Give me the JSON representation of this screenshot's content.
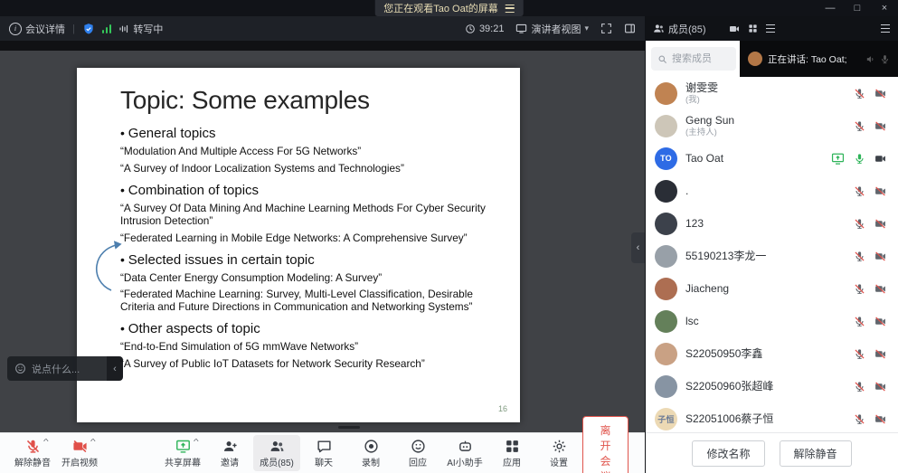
{
  "colors": {
    "danger_red": "#e0504a",
    "success_green": "#2fb45a",
    "accent_blue": "#2f80ed",
    "annotation_blue": "#4d7fae"
  },
  "icons": {
    "chevron_down": "▾",
    "caret": "^",
    "collapse": "‹",
    "separator": "|",
    "info": "i",
    "minimize": "—",
    "maximize": "□",
    "close": "×"
  },
  "titlebar": {
    "banner_text": "您正在观看Tao Oat的屏幕"
  },
  "topbar": {
    "meeting_details": "会议详情",
    "transcribing": "转写中",
    "timer": "39:21",
    "view_mode": "演讲者视图",
    "members_label": "成员(85)"
  },
  "slide": {
    "title": "Topic: Some examples",
    "page_number": "16",
    "sections": [
      {
        "heading": "General topics",
        "items": [
          "“Modulation And Multiple Access For 5G Networks”",
          "“A Survey of Indoor Localization Systems and Technologies”"
        ]
      },
      {
        "heading": "Combination of topics",
        "items": [
          "“A Survey Of Data Mining And Machine Learning Methods For Cyber Security Intrusion Detection”",
          "“Federated Learning in Mobile Edge Networks: A Comprehensive Survey”"
        ]
      },
      {
        "heading": "Selected issues in certain topic",
        "items": [
          "“Data Center Energy Consumption Modeling: A Survey”",
          "“Federated Machine Learning: Survey, Multi-Level Classification, Desirable Criteria and Future Directions in Communication and Networking Systems”"
        ]
      },
      {
        "heading": "Other aspects of topic",
        "items": [
          "“End-to-End Simulation of 5G mmWave Networks”",
          "“A Survey of Public IoT Datasets for Network Security Research”"
        ]
      }
    ]
  },
  "content": {
    "chat_placeholder": "说点什么..."
  },
  "panel": {
    "search_placeholder": "搜索成员",
    "speaking": "正在讲话: Tao Oat;",
    "members": [
      {
        "name": "谢雯雯",
        "sub": "(我)",
        "avatar_text": "",
        "avatar_style": "background:#c08352"
      },
      {
        "name": "Geng Sun",
        "sub": "(主持人)",
        "avatar_text": "",
        "avatar_style": "background:#cdc6b8"
      },
      {
        "name": "Tao Oat",
        "sub": "",
        "avatar_text": "TO",
        "avatar_style": "background:#2e6be5"
      },
      {
        "name": ".",
        "sub": "",
        "avatar_text": "",
        "avatar_style": "background:#2a2e36"
      },
      {
        "name": "123",
        "sub": "",
        "avatar_text": "",
        "avatar_style": "background:#3c414b"
      },
      {
        "name": "55190213李龙一",
        "sub": "",
        "avatar_text": "",
        "avatar_style": "background:#98a0a8"
      },
      {
        "name": "Jiacheng",
        "sub": "",
        "avatar_text": "",
        "avatar_style": "background:#ad6e52"
      },
      {
        "name": "lsc",
        "sub": "",
        "avatar_text": "",
        "avatar_style": "background:#64805a"
      },
      {
        "name": "S22050950李鑫",
        "sub": "",
        "avatar_text": "",
        "avatar_style": "background:#c9a184"
      },
      {
        "name": "S22050960张超峰",
        "sub": "",
        "avatar_text": "",
        "avatar_style": "background:#8794a3"
      },
      {
        "name": "S22051006蔡子恒",
        "sub": "",
        "avatar_text": "子恒",
        "avatar_style": "background:#ecd9b4;color:#6b7b96"
      }
    ],
    "footer": {
      "rename": "修改名称",
      "unmute": "解除静音"
    }
  },
  "toolbar": {
    "items": [
      {
        "label": "解除静音"
      },
      {
        "label": "开启视频"
      },
      {
        "label": "共享屏幕"
      },
      {
        "label": "邀请"
      },
      {
        "label": "成员(85)"
      },
      {
        "label": "聊天"
      },
      {
        "label": "录制"
      },
      {
        "label": "回应"
      },
      {
        "label": "AI小助手"
      },
      {
        "label": "应用"
      },
      {
        "label": "设置"
      }
    ],
    "leave": "离开会议"
  }
}
